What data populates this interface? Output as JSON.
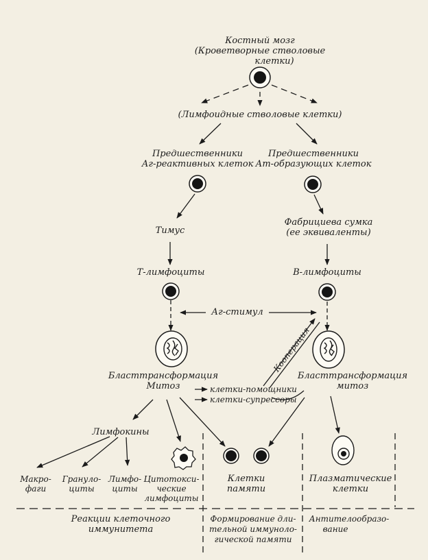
{
  "nodes": {
    "bone_marrow": "Костный мозг",
    "bone_marrow_sub1": "(Кроветворные стволовые",
    "bone_marrow_sub2": "клетки)",
    "lymphoid_stem": "(Лимфоидные стволовые клетки)",
    "ag_reactive_1": "Предшественники",
    "ag_reactive_2": "Аг-реактивных клеток",
    "ab_forming_1": "Предшественники",
    "ab_forming_2": "Ат-образующих клеток",
    "thymus": "Тимус",
    "bursa_1": "Фабрициева сумка",
    "bursa_2": "(ее эквиваленты)",
    "t_lymph": "Т-лимфоциты",
    "b_lymph": "В-лимфоциты",
    "ag_stimulus": "Аг-стимул",
    "cooperation": "Кооперация",
    "blast_left_1": "Бласттрансформация",
    "blast_left_2": "Митоз",
    "blast_right_1": "Бласттрансформация",
    "blast_right_2": "митоз",
    "helpers": "клетки-помощники",
    "suppressors": "клетки-супрессоры",
    "lymphokines": "Лимфокины",
    "macrophages_1": "Макро-",
    "macrophages_2": "фаги",
    "granulocytes_1": "Грануло-",
    "granulocytes_2": "циты",
    "lymphocytes_1": "Лимфо-",
    "lymphocytes_2": "циты",
    "cytotoxic_1": "Цитотокси-",
    "cytotoxic_2": "ческие",
    "cytotoxic_3": "лимфоциты",
    "memory_1": "Клетки",
    "memory_2": "памяти",
    "plasma_1": "Плазматические",
    "plasma_2": "клетки"
  },
  "footer": {
    "cell_immunity_1": "Реакции клеточного",
    "cell_immunity_2": "иммунитета",
    "memory_form_1": "Формирование дли-",
    "memory_form_2": "тельной иммуноло-",
    "memory_form_3": "гической памяти",
    "antibody_1": "Антителообразо-",
    "antibody_2": "вание"
  }
}
